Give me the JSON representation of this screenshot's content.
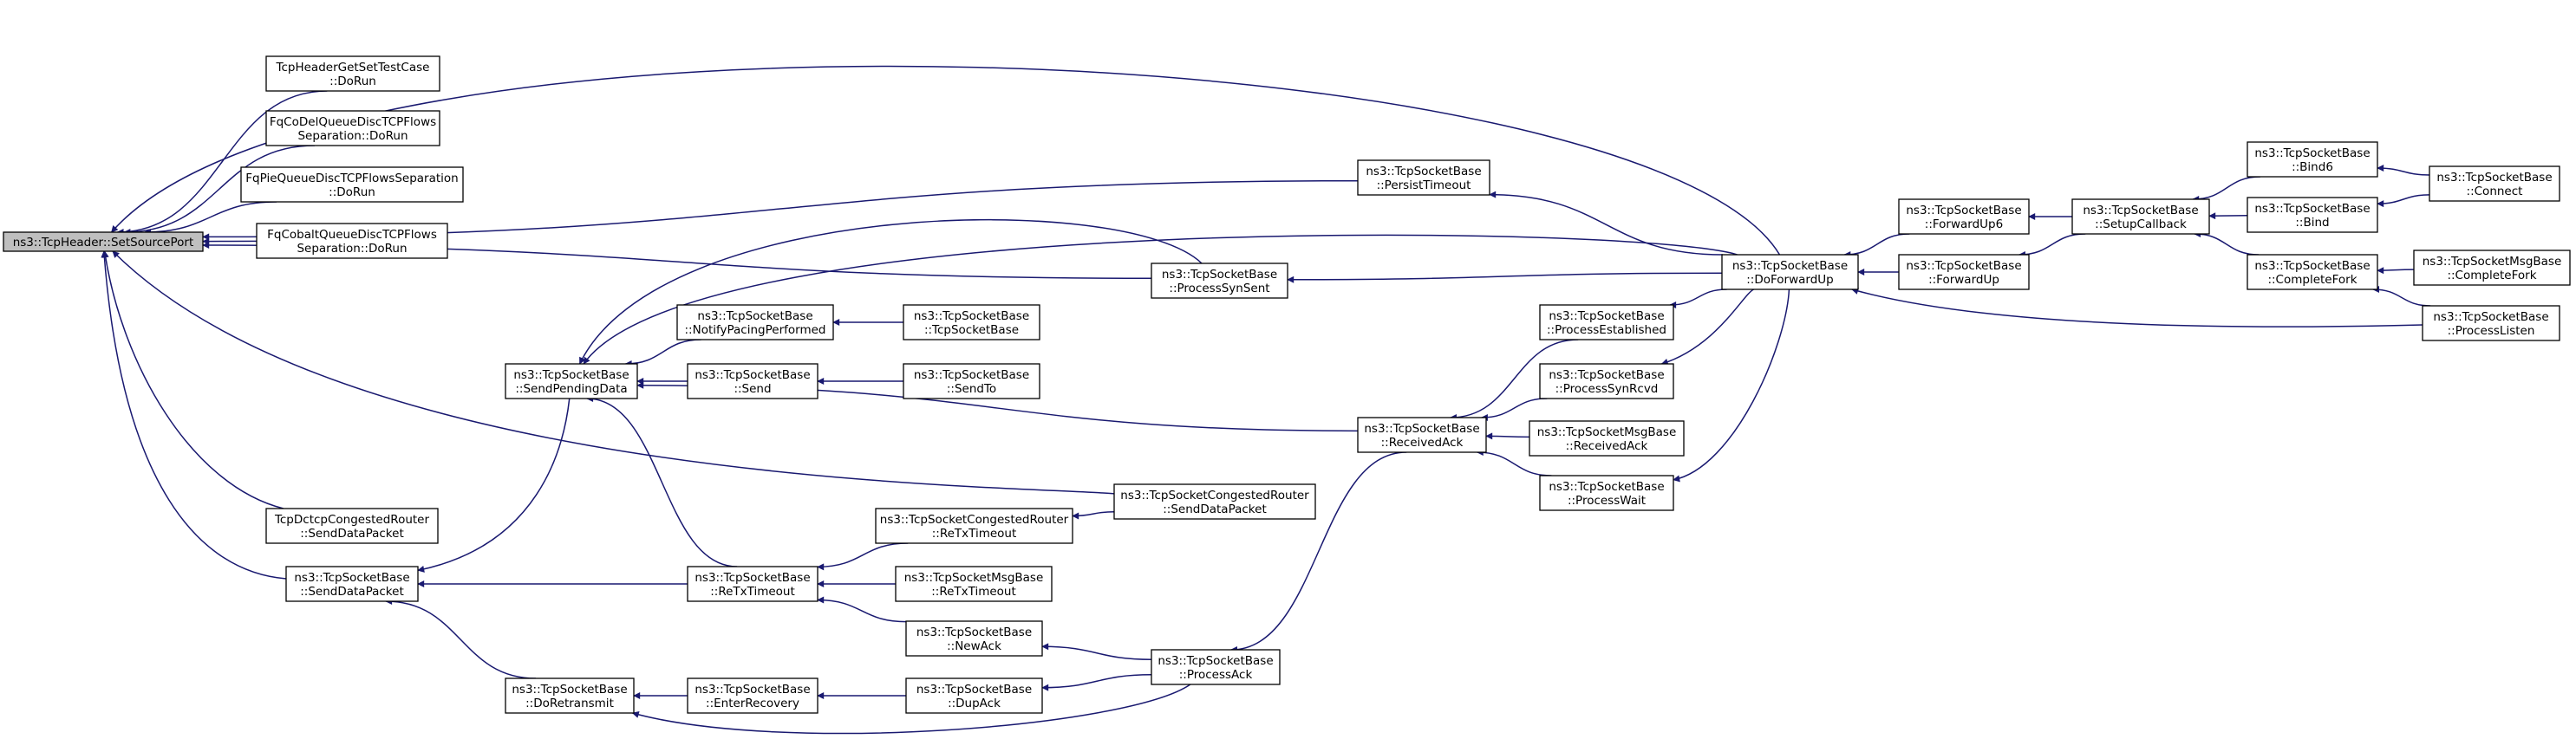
{
  "edge_color": "#191970",
  "root_fill": "#bfbfbf",
  "nodes": [
    {
      "id": "root",
      "lines": [
        "ns3::TcpHeader::SetSourcePort"
      ]
    },
    {
      "id": "tcphdr",
      "lines": [
        "TcpHeaderGetSetTestCase",
        "::DoRun"
      ]
    },
    {
      "id": "fqcodel",
      "lines": [
        "FqCoDelQueueDiscTCPFlows",
        "Separation::DoRun"
      ]
    },
    {
      "id": "fqpie",
      "lines": [
        "FqPieQueueDiscTCPFlowsSeparation",
        "::DoRun"
      ]
    },
    {
      "id": "fqcobalt",
      "lines": [
        "FqCobaltQueueDiscTCPFlows",
        "Separation::DoRun"
      ]
    },
    {
      "id": "dctcp",
      "lines": [
        "TcpDctcpCongestedRouter",
        "::SendDataPacket"
      ]
    },
    {
      "id": "senddatapacket",
      "lines": [
        "ns3::TcpSocketBase",
        "::SendDataPacket"
      ]
    },
    {
      "id": "sendpending",
      "lines": [
        "ns3::TcpSocketBase",
        "::SendPendingData"
      ]
    },
    {
      "id": "doretransmit",
      "lines": [
        "ns3::TcpSocketBase",
        "::DoRetransmit"
      ]
    },
    {
      "id": "notifypacing",
      "lines": [
        "ns3::TcpSocketBase",
        "::NotifyPacingPerformed"
      ]
    },
    {
      "id": "send",
      "lines": [
        "ns3::TcpSocketBase",
        "::Send"
      ]
    },
    {
      "id": "retxtimeout",
      "lines": [
        "ns3::TcpSocketBase",
        "::ReTxTimeout"
      ]
    },
    {
      "id": "enterrecovery",
      "lines": [
        "ns3::TcpSocketBase",
        "::EnterRecovery"
      ]
    },
    {
      "id": "ctor",
      "lines": [
        "ns3::TcpSocketBase",
        "::TcpSocketBase"
      ]
    },
    {
      "id": "sendto",
      "lines": [
        "ns3::TcpSocketBase",
        "::SendTo"
      ]
    },
    {
      "id": "cr_retx",
      "lines": [
        "ns3::TcpSocketCongestedRouter",
        "::ReTxTimeout"
      ]
    },
    {
      "id": "msg_retx",
      "lines": [
        "ns3::TcpSocketMsgBase",
        "::ReTxTimeout"
      ]
    },
    {
      "id": "newack",
      "lines": [
        "ns3::TcpSocketBase",
        "::NewAck"
      ]
    },
    {
      "id": "dupack",
      "lines": [
        "ns3::TcpSocketBase",
        "::DupAck"
      ]
    },
    {
      "id": "synsent",
      "lines": [
        "ns3::TcpSocketBase",
        "::ProcessSynSent"
      ]
    },
    {
      "id": "cr_send",
      "lines": [
        "ns3::TcpSocketCongestedRouter",
        "::SendDataPacket"
      ]
    },
    {
      "id": "processack",
      "lines": [
        "ns3::TcpSocketBase",
        "::ProcessAck"
      ]
    },
    {
      "id": "persist",
      "lines": [
        "ns3::TcpSocketBase",
        "::PersistTimeout"
      ]
    },
    {
      "id": "receivedack",
      "lines": [
        "ns3::TcpSocketBase",
        "::ReceivedAck"
      ]
    },
    {
      "id": "established",
      "lines": [
        "ns3::TcpSocketBase",
        "::ProcessEstablished"
      ]
    },
    {
      "id": "synrcvd",
      "lines": [
        "ns3::TcpSocketBase",
        "::ProcessSynRcvd"
      ]
    },
    {
      "id": "msg_recvack",
      "lines": [
        "ns3::TcpSocketMsgBase",
        "::ReceivedAck"
      ]
    },
    {
      "id": "processwait",
      "lines": [
        "ns3::TcpSocketBase",
        "::ProcessWait"
      ]
    },
    {
      "id": "doforwardup",
      "lines": [
        "ns3::TcpSocketBase",
        "::DoForwardUp"
      ]
    },
    {
      "id": "forwardup6",
      "lines": [
        "ns3::TcpSocketBase",
        "::ForwardUp6"
      ]
    },
    {
      "id": "forwardup",
      "lines": [
        "ns3::TcpSocketBase",
        "::ForwardUp"
      ]
    },
    {
      "id": "setupcallback",
      "lines": [
        "ns3::TcpSocketBase",
        "::SetupCallback"
      ]
    },
    {
      "id": "bind6",
      "lines": [
        "ns3::TcpSocketBase",
        "::Bind6"
      ]
    },
    {
      "id": "bind",
      "lines": [
        "ns3::TcpSocketBase",
        "::Bind"
      ]
    },
    {
      "id": "completefork",
      "lines": [
        "ns3::TcpSocketBase",
        "::CompleteFork"
      ]
    },
    {
      "id": "connect",
      "lines": [
        "ns3::TcpSocketBase",
        "::Connect"
      ]
    },
    {
      "id": "msg_completefork",
      "lines": [
        "ns3::TcpSocketMsgBase",
        "::CompleteFork"
      ]
    },
    {
      "id": "processlisten",
      "lines": [
        "ns3::TcpSocketBase",
        "::ProcessListen"
      ]
    }
  ],
  "edges": [
    {
      "from": "tcphdr",
      "to": "root"
    },
    {
      "from": "fqcodel",
      "to": "root"
    },
    {
      "from": "fqpie",
      "to": "root"
    },
    {
      "from": "fqcobalt",
      "to": "root"
    },
    {
      "from": "dctcp",
      "to": "root"
    },
    {
      "from": "senddatapacket",
      "to": "root"
    },
    {
      "from": "persist",
      "to": "root"
    },
    {
      "from": "synsent",
      "to": "root"
    },
    {
      "from": "cr_send",
      "to": "root"
    },
    {
      "from": "doforwardup",
      "to": "root"
    },
    {
      "from": "sendpending",
      "to": "senddatapacket"
    },
    {
      "from": "retxtimeout",
      "to": "senddatapacket"
    },
    {
      "from": "doretransmit",
      "to": "senddatapacket"
    },
    {
      "from": "synsent",
      "to": "sendpending"
    },
    {
      "from": "doforwardup",
      "to": "sendpending"
    },
    {
      "from": "notifypacing",
      "to": "sendpending"
    },
    {
      "from": "send",
      "to": "sendpending"
    },
    {
      "from": "receivedack",
      "to": "sendpending"
    },
    {
      "from": "retxtimeout",
      "to": "sendpending"
    },
    {
      "from": "enterrecovery",
      "to": "doretransmit"
    },
    {
      "from": "processack",
      "to": "doretransmit"
    },
    {
      "from": "ctor",
      "to": "notifypacing"
    },
    {
      "from": "sendto",
      "to": "send"
    },
    {
      "from": "cr_retx",
      "to": "retxtimeout"
    },
    {
      "from": "msg_retx",
      "to": "retxtimeout"
    },
    {
      "from": "newack",
      "to": "retxtimeout"
    },
    {
      "from": "dupack",
      "to": "enterrecovery"
    },
    {
      "from": "cr_send",
      "to": "cr_retx"
    },
    {
      "from": "processack",
      "to": "newack"
    },
    {
      "from": "processack",
      "to": "dupack"
    },
    {
      "from": "doforwardup",
      "to": "synsent"
    },
    {
      "from": "receivedack",
      "to": "processack"
    },
    {
      "from": "doforwardup",
      "to": "persist"
    },
    {
      "from": "established",
      "to": "receivedack"
    },
    {
      "from": "synrcvd",
      "to": "receivedack"
    },
    {
      "from": "msg_recvack",
      "to": "receivedack"
    },
    {
      "from": "processwait",
      "to": "receivedack"
    },
    {
      "from": "doforwardup",
      "to": "established"
    },
    {
      "from": "doforwardup",
      "to": "synrcvd"
    },
    {
      "from": "doforwardup",
      "to": "processwait"
    },
    {
      "from": "forwardup6",
      "to": "doforwardup"
    },
    {
      "from": "forwardup",
      "to": "doforwardup"
    },
    {
      "from": "processlisten",
      "to": "doforwardup"
    },
    {
      "from": "setupcallback",
      "to": "forwardup6"
    },
    {
      "from": "setupcallback",
      "to": "forwardup"
    },
    {
      "from": "bind6",
      "to": "setupcallback"
    },
    {
      "from": "bind",
      "to": "setupcallback"
    },
    {
      "from": "completefork",
      "to": "setupcallback"
    },
    {
      "from": "connect",
      "to": "bind6"
    },
    {
      "from": "connect",
      "to": "bind"
    },
    {
      "from": "msg_completefork",
      "to": "completefork"
    },
    {
      "from": "processlisten",
      "to": "completefork"
    }
  ]
}
